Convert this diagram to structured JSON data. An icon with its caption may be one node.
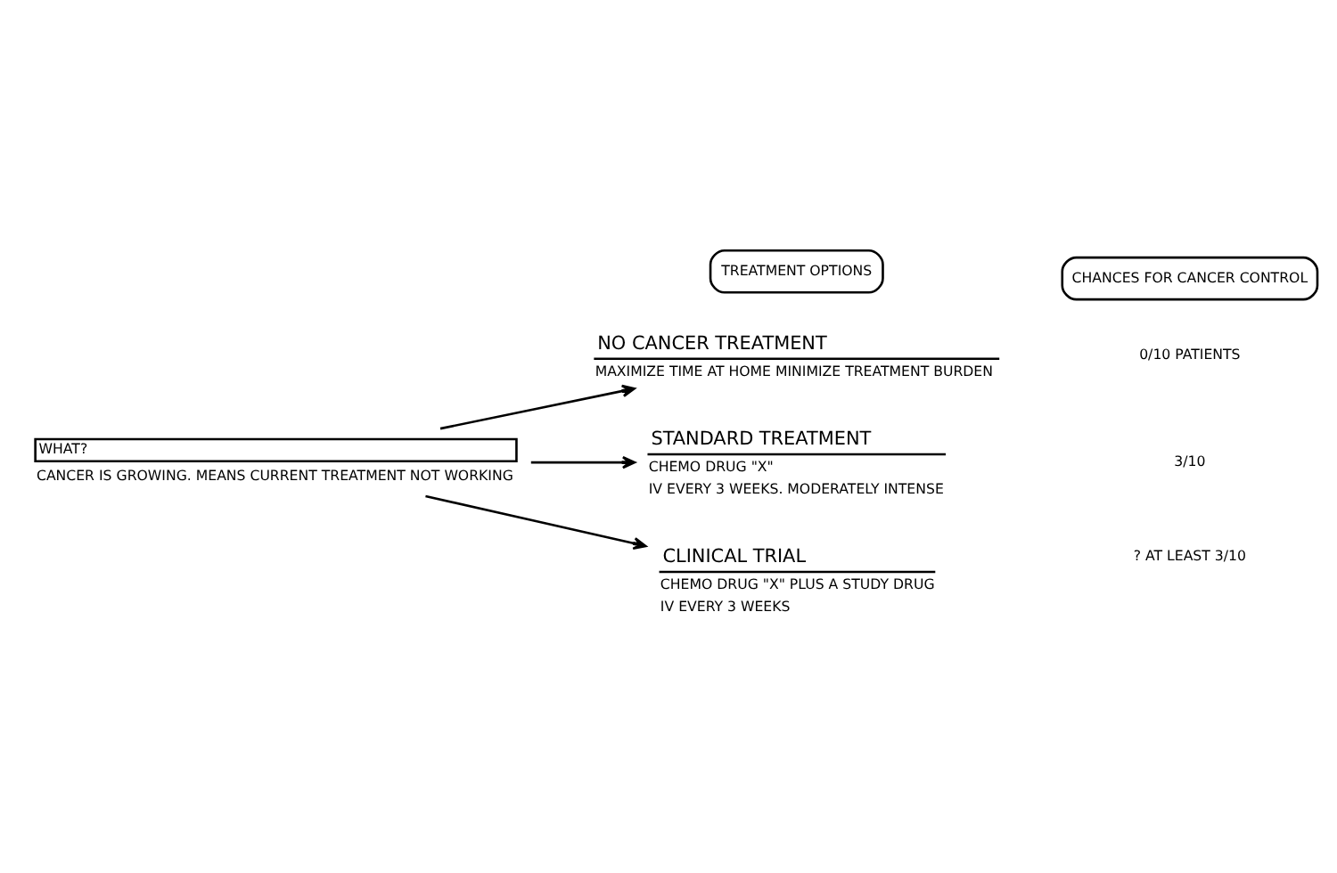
{
  "diagram": {
    "nodes": [
      {
        "text": [
          "TREATMENT OPTIONS"
        ]
      },
      {
        "text": [
          "CHANCES FOR CANCER CONTROL"
        ]
      },
      {
        "text": [
          "WHAT?"
        ],
        "beside": [
          "CANCER IS GROWING. MEANS CURRENT TREATMENT NOT WORKING"
        ]
      },
      {
        "text": [
          "NO CANCER TREATMENT",
          "MAXIMIZE TIME AT HOME MINIMIZE TREATMENT BURDEN"
        ]
      },
      {
        "text": [
          "STANDARD TREATMENT",
          "CHEMO DRUG \"X\"",
          "IV EVERY 3 WEEKS. MODERATELY INTENSE"
        ]
      },
      {
        "text": [
          "CLINICAL TRIAL",
          "CHEMO DRUG \"X\" PLUS A STUDY DRUG",
          "IV EVERY 3 WEEKS"
        ]
      }
    ],
    "edges": [
      {
        "from": 2,
        "to": 3,
        "arrow": "to"
      },
      {
        "from": 2,
        "to": 4,
        "arrow": "to"
      },
      {
        "from": 2,
        "to": 5,
        "arrow": "to"
      }
    ],
    "labels": [
      "0/10 PATIENTS",
      "3/10",
      "? AT LEAST 3/10"
    ]
  }
}
